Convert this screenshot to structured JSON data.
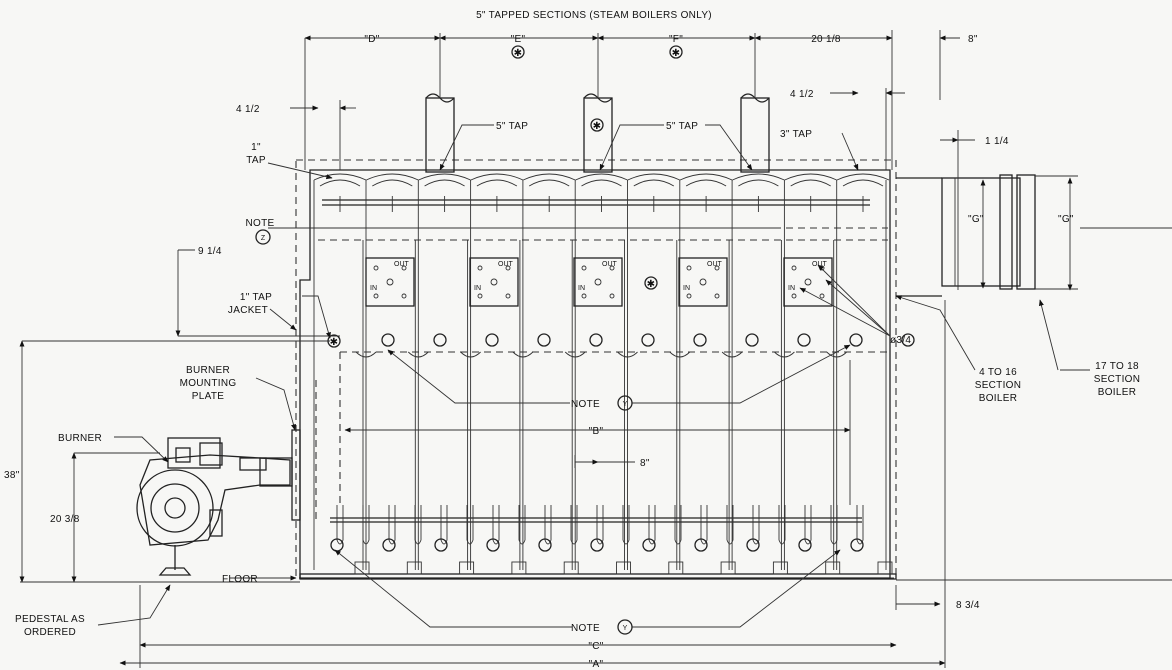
{
  "labels": {
    "title": "5\" TAPPED SECTIONS (STEAM BOILERS ONLY)",
    "dim_d": "\"D\"",
    "dim_e": "\"E\"",
    "dim_f": "\"F\"",
    "dim_20_1_8": "20 1/8",
    "dim_8_top": "8\"",
    "dim_4_1_2_left": "4 1/2",
    "dim_4_1_2_right": "4 1/2",
    "dim_1_1_4": "1 1/4",
    "tap_1_line1": "1\"",
    "tap_1_line2": "TAP",
    "tap_5_left": "5\" TAP",
    "tap_5_right": "5\" TAP",
    "tap_3": "3\" TAP",
    "note_z": "NOTE",
    "dim_g_left": "\"G\"",
    "dim_g_right": "\"G\"",
    "dim_9_1_4": "9 1/4",
    "tap_1_jacket_line1": "1\" TAP",
    "tap_1_jacket_line2": "JACKET",
    "dim_3_4": "ø3/4",
    "burner_plate_line1": "BURNER",
    "burner_plate_line2": "MOUNTING",
    "burner_plate_line3": "PLATE",
    "burner": "BURNER",
    "section_4_16_line1": "4 TO 16",
    "section_4_16_line2": "SECTION",
    "section_4_16_line3": "BOILER",
    "section_17_18_line1": "17 TO 18",
    "section_17_18_line2": "SECTION",
    "section_17_18_line3": "BOILER",
    "note_y_mid": "NOTE",
    "dim_b": "\"B\"",
    "dim_8_mid": "8\"",
    "dim_38": "38\"",
    "dim_20_3_8": "20 3/8",
    "floor": "FLOOR",
    "pedestal_line1": "PEDESTAL AS",
    "pedestal_line2": "ORDERED",
    "dim_8_3_4": "8 3/4",
    "note_y_bottom": "NOTE",
    "dim_c": "\"C\"",
    "dim_a": "\"A\""
  },
  "symbols": {
    "note_z_symbol": "Z",
    "note_y_symbol": "Y",
    "tapped_section_symbol": "✱",
    "panel_in": "IN",
    "panel_out": "OUT"
  }
}
